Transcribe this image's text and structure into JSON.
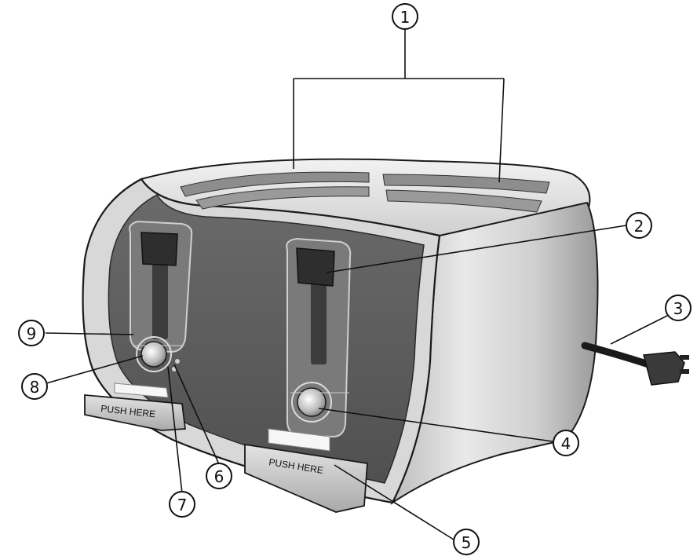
{
  "callouts": [
    "1",
    "2",
    "3",
    "4",
    "5",
    "6",
    "7",
    "8",
    "9"
  ],
  "tray_labels": {
    "left": "PUSH HERE",
    "right": "PUSH HERE"
  },
  "colors": {
    "body_dark": "#5f5f5f",
    "chrome_light": "#d9d9d9",
    "chrome_mid": "#a8a8a8",
    "outline": "#1a1a1a"
  }
}
